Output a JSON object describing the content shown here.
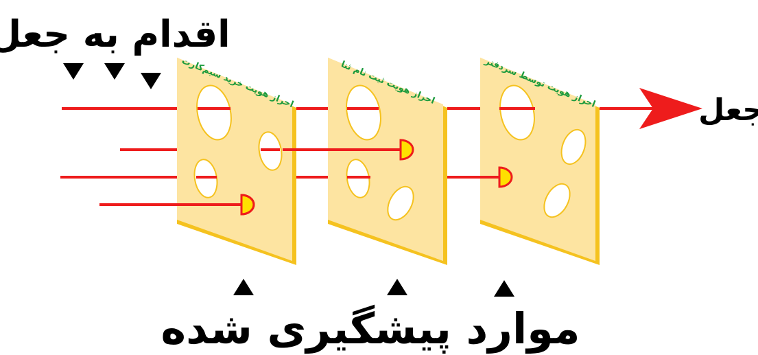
{
  "diagram": {
    "top_left_label": "اقدام به جعل",
    "bottom_label": "موارد پیشگیری شده",
    "outcome_label": "جعل",
    "colors": {
      "arrow": "#ee1c1c",
      "slice_face": "#fde4a1",
      "slice_edge": "#f5c21f",
      "blocked_cap": "#ffe000",
      "label_text": "#1a9a3c",
      "marker": "#000000"
    },
    "slices": [
      {
        "label": "احراز هویت خرید سیم‌کارت"
      },
      {
        "label": "احراز هویت ثبت نام ثنا"
      },
      {
        "label": "احراز هویت توسط سردفتر"
      }
    ]
  }
}
